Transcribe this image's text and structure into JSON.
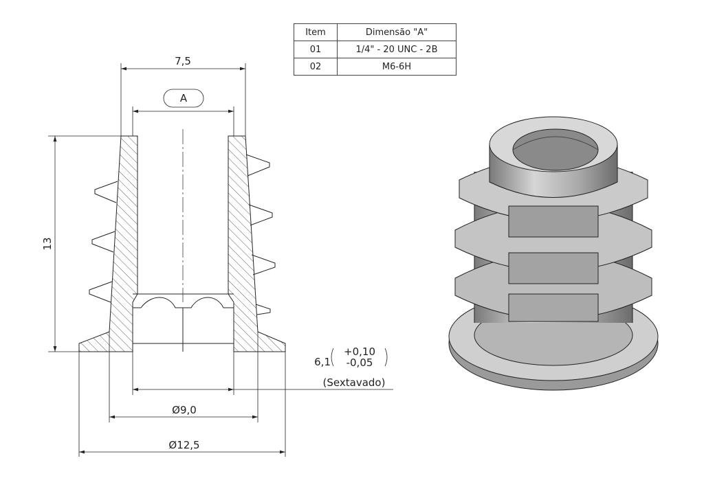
{
  "table": {
    "headers": [
      "Item",
      "Dimensão \"A\""
    ],
    "rows": [
      {
        "item": "01",
        "dimension": "1/4\" - 20 UNC - 2B"
      },
      {
        "item": "02",
        "dimension": "M6-6H"
      }
    ]
  },
  "dimensions": {
    "top_width": "7,5",
    "thread_label": "A",
    "height": "13",
    "hex_value": "6,1",
    "hex_tol_upper": "+0,10",
    "hex_tol_lower": "-0,05",
    "hex_note": "(Sextavado)",
    "body_diameter": "Ø9,0",
    "flange_diameter": "Ø12,5"
  }
}
